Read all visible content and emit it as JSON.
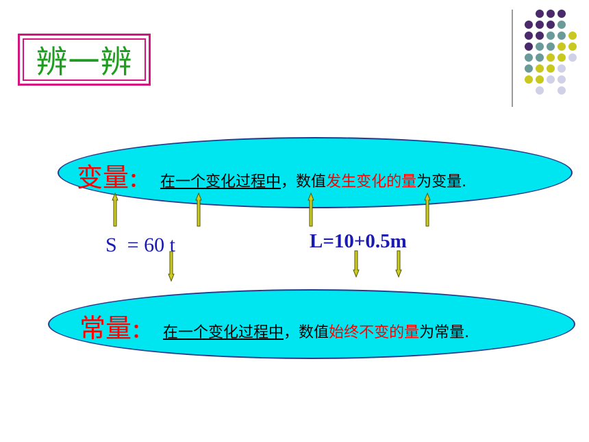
{
  "title": "辨一辨",
  "variable": {
    "term": "变量",
    "colon": "：",
    "part1": "在一个变化过程中",
    "part2": "，数值",
    "highlight": "发生变化的量",
    "part3": "为变量."
  },
  "constant": {
    "term": "常量",
    "colon": "：",
    "part1": "在一个变化过程中",
    "part2": "，数值",
    "highlight": "始终不变的量",
    "part3": "为常量."
  },
  "formula_1": "S  = 60 t",
  "formula_2": "L=10+0.5m",
  "colors": {
    "title_border": "#d4147e",
    "title_text": "#1f9d1f",
    "ellipse_fill": "#00e6f0",
    "term_red": "#ff0000",
    "formula_blue": "#1a1ab0",
    "arrow": "#cccc22"
  }
}
